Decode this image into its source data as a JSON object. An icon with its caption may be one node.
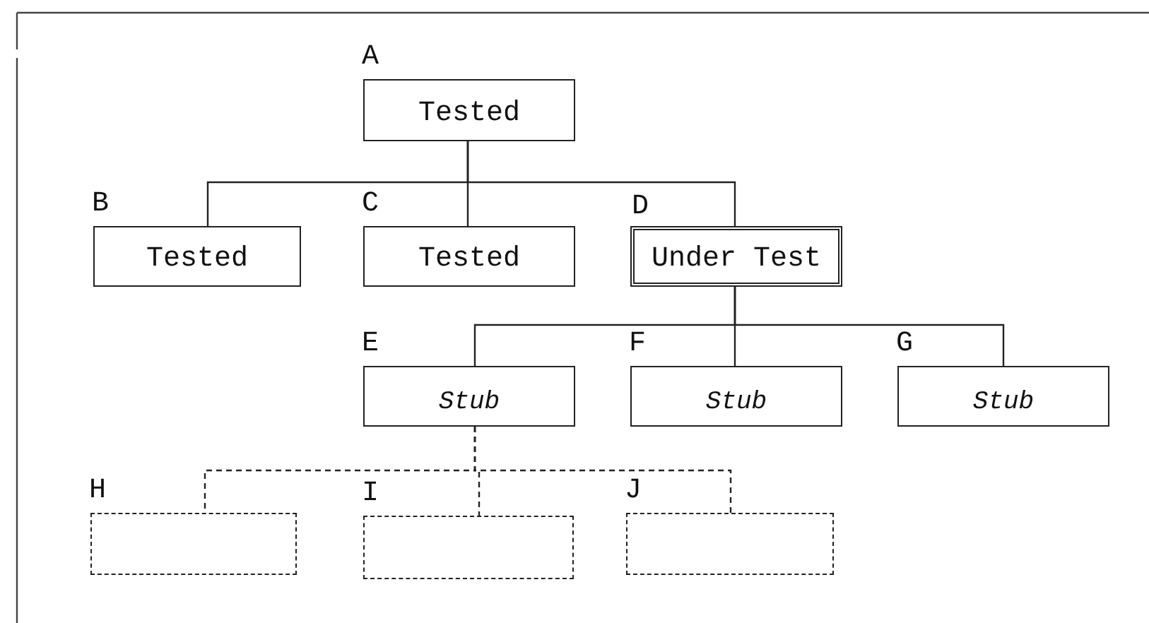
{
  "diagram": {
    "nodes": [
      {
        "text": [
          "A",
          "Tested"
        ]
      },
      {
        "text": [
          "B",
          "Tested"
        ]
      },
      {
        "text": [
          "C",
          "Tested"
        ]
      },
      {
        "text": [
          "D",
          "Under Test"
        ]
      },
      {
        "text": [
          "E",
          "Stub"
        ]
      },
      {
        "text": [
          "F",
          "Stub"
        ]
      },
      {
        "text": [
          "G",
          "Stub"
        ]
      },
      {
        "text": [
          "H"
        ]
      },
      {
        "text": [
          "I"
        ]
      },
      {
        "text": [
          "J"
        ]
      }
    ],
    "edges": [
      {
        "from": 0,
        "to": 1,
        "arrow": "none"
      },
      {
        "from": 0,
        "to": 2,
        "arrow": "none"
      },
      {
        "from": 0,
        "to": 3,
        "arrow": "none"
      },
      {
        "from": 3,
        "to": 4,
        "arrow": "none"
      },
      {
        "from": 3,
        "to": 5,
        "arrow": "none"
      },
      {
        "from": 3,
        "to": 6,
        "arrow": "none"
      },
      {
        "from": 4,
        "to": 7,
        "arrow": "none",
        "style": "dashed"
      },
      {
        "from": 4,
        "to": 8,
        "arrow": "none",
        "style": "dashed"
      },
      {
        "from": 4,
        "to": 9,
        "arrow": "none",
        "style": "dashed"
      }
    ]
  }
}
